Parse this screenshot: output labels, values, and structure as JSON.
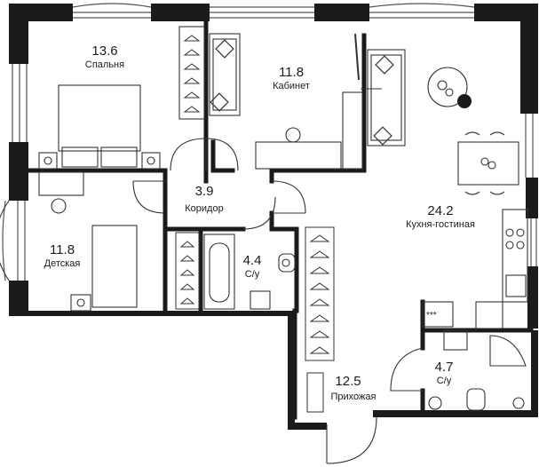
{
  "plan": {
    "rooms": [
      {
        "id": "bedroom",
        "area": "13.6",
        "name": "Спальня"
      },
      {
        "id": "study",
        "area": "11.8",
        "name": "Кабинет"
      },
      {
        "id": "corridor",
        "area": "3.9",
        "name": "Коридор"
      },
      {
        "id": "kitchen-living",
        "area": "24.2",
        "name": "Кухня-гостиная"
      },
      {
        "id": "kids-room",
        "area": "11.8",
        "name": "Детская"
      },
      {
        "id": "bathroom-1",
        "area": "4.4",
        "name": "С/у"
      },
      {
        "id": "hallway",
        "area": "12.5",
        "name": "Прихожая"
      },
      {
        "id": "bathroom-2",
        "area": "4.7",
        "name": "С/у"
      }
    ]
  }
}
